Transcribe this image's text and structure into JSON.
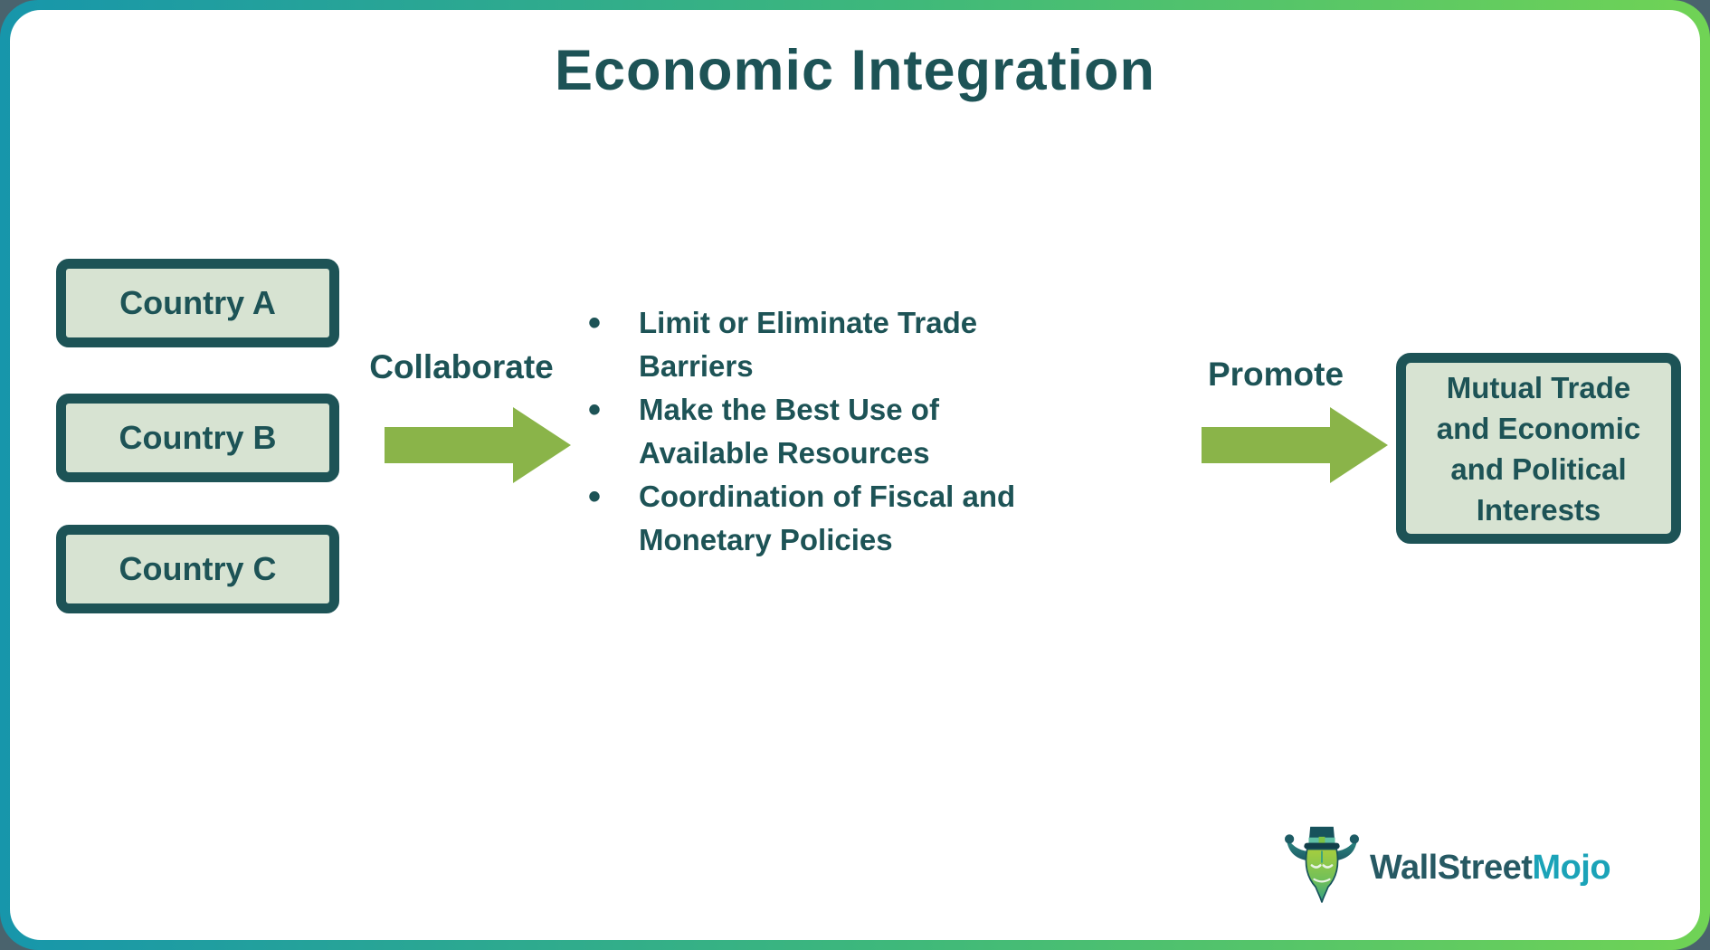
{
  "title": "Economic Integration",
  "countries": [
    "Country A",
    "Country B",
    "Country C"
  ],
  "flow": {
    "collaborate_label": "Collaborate",
    "promote_label": "Promote"
  },
  "benefits": [
    "Limit or Eliminate Trade Barriers",
    "Make the Best Use of Available Resources",
    "Coordination of Fiscal and Monetary Policies"
  ],
  "outcome": "Mutual Trade and Economic and Political Interests",
  "logo": {
    "brand_primary": "WallStreet",
    "brand_accent": "Mojo"
  },
  "colors": {
    "dark_teal_text": "#1d5356",
    "box_fill_sage": "#d7e3d2",
    "arrow_green": "#8ab449",
    "frame_gradient_start": "#1796ab",
    "frame_gradient_end": "#70d355",
    "outside_background": "#4a636d",
    "logo_primary": "#265963",
    "logo_accent": "#1ba3b8"
  }
}
